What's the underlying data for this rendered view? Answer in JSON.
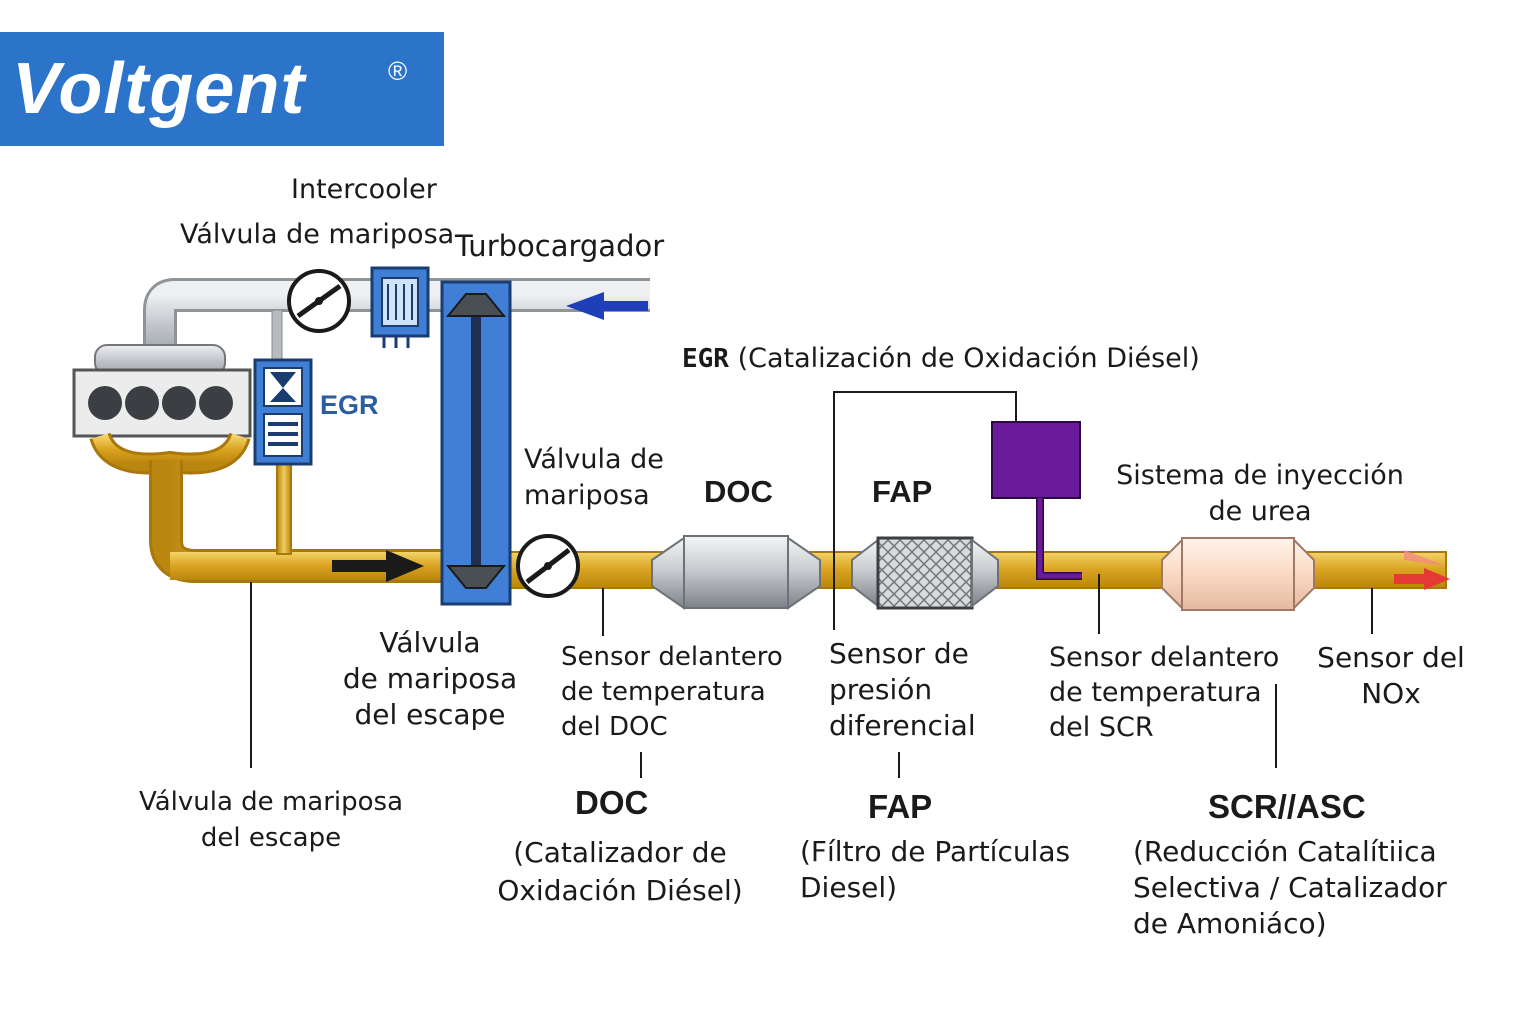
{
  "brand": {
    "name": "Voltgent",
    "mark": "®"
  },
  "labels": {
    "intercooler": "Intercooler",
    "throttle_top": "Válvula de mariposa",
    "turbo": "Turbocargador",
    "egr_side": "EGR",
    "egr_top_prefix": "EGR",
    "egr_top_text": "(Catalización de Oxidación Diésel)",
    "throttle_mid": [
      "Válvula de",
      "mariposa"
    ],
    "doc_top": "DOC",
    "fap_top": "FAP",
    "urea": [
      "Sistema de inyección",
      "de urea"
    ],
    "exhaust_valve": [
      "Válvula",
      "de mariposa",
      "del escape"
    ],
    "doc_temp": [
      "Sensor delantero",
      "de temperatura",
      "del DOC"
    ],
    "pressure_sensor": [
      "Sensor de",
      "presión",
      "diferencial"
    ],
    "scr_temp": [
      "Sensor delantero",
      "de temperatura",
      "del SCR"
    ],
    "nox_sensor": [
      "Sensor del",
      "NOx"
    ],
    "exhaust_valve_bottom": [
      "Válvula de mariposa",
      "del escape"
    ],
    "doc_bottom_title": "DOC",
    "doc_bottom_desc": [
      "(Catalizador de",
      "Oxidación Diésel)"
    ],
    "fap_bottom_title": "FAP",
    "fap_bottom_desc": [
      "(Fíltro de Partículas",
      "Diesel)"
    ],
    "scr_bottom_title": "SCR//ASC",
    "scr_bottom_desc": [
      "(Reducción  Catalítiica",
      "Selectiva / Catalizador",
      "de Amoniáco)"
    ]
  },
  "colors": {
    "brand": "#2c74c9",
    "exhaust_pipe": "#e2b12f",
    "intake_pipe": "#c9ccd1",
    "turbo": "#3f7fd6",
    "urea_module": "#6a1b9a",
    "intake_arrow": "#1f3fb8",
    "outlet_arrow": "#e53935"
  }
}
